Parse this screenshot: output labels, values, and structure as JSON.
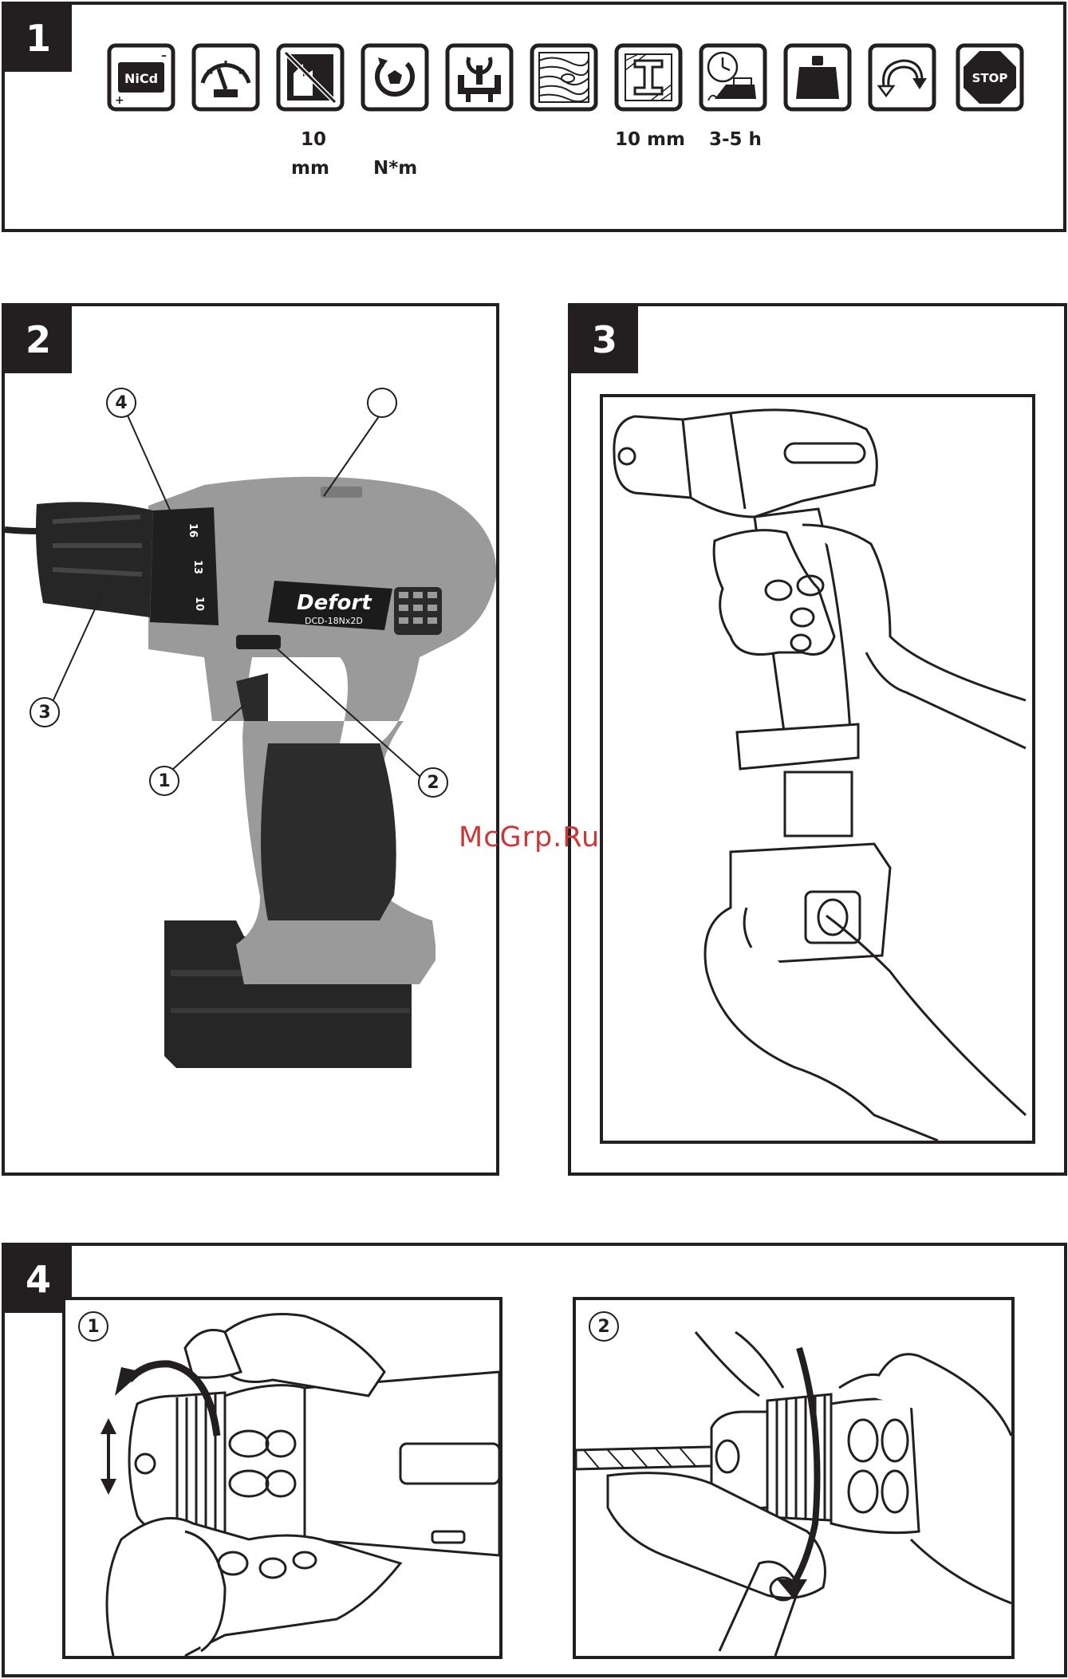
{
  "panels": {
    "p1": {
      "number": "1"
    },
    "p2": {
      "number": "2"
    },
    "p3": {
      "number": "3"
    },
    "p4": {
      "number": "4"
    }
  },
  "specs": {
    "chuck_value": "10",
    "chuck_unit": "mm",
    "torque_unit": "N*m",
    "steel_value": "10 mm",
    "charge_time": "3-5 h"
  },
  "icons": [
    {
      "name": "battery-nicd-icon",
      "label": "NiCd"
    },
    {
      "name": "speed-gauge-icon"
    },
    {
      "name": "chuck-capacity-icon"
    },
    {
      "name": "torque-icon"
    },
    {
      "name": "torque-settings-icon"
    },
    {
      "name": "wood-drilling-icon"
    },
    {
      "name": "steel-drilling-icon"
    },
    {
      "name": "charging-time-icon"
    },
    {
      "name": "weight-icon"
    },
    {
      "name": "reverse-rotation-icon"
    },
    {
      "name": "stop-icon",
      "label": "STOP"
    }
  ],
  "drill": {
    "brand": "Defort",
    "model": "DCD-18Nx2D",
    "dial_marks": [
      "10",
      "13",
      "16"
    ]
  },
  "callouts": {
    "fig2": [
      "4",
      "",
      "3",
      "1",
      "2"
    ],
    "fig4": [
      "1",
      "2"
    ]
  },
  "watermark": "McGrp.Ru",
  "colors": {
    "ink": "#231f20",
    "tool_grey": "#9a9a9a",
    "watermark": "#c83a3a"
  }
}
